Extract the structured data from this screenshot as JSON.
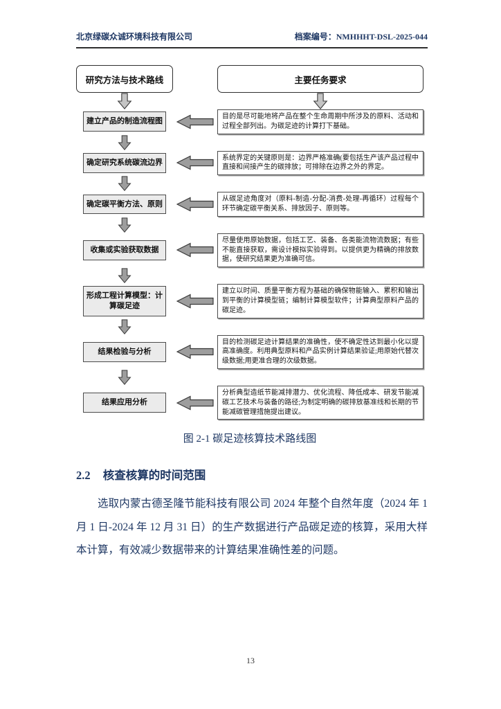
{
  "header": {
    "company": "北京绿碳众诚环境科技有限公司",
    "archive_label": "档案编号：",
    "archive_value": "NMHHHT-DSL-2025-044"
  },
  "flowchart": {
    "left_header": "研究方法与技术路线",
    "right_header": "主要任务要求",
    "steps": [
      {
        "label": "建立产品的制造流程图",
        "task": "目的是尽可能地将产品在整个生命周期中所涉及的原料、活动和过程全部列出。为碳足迹的计算打下基础。"
      },
      {
        "label": "确定研究系统碳流边界",
        "task": "系统界定的关键原则是：边界严格准确(要包括生产该产品过程中直接和间接产生的碳排放；可排除在边界之外的界定。"
      },
      {
        "label": "确定碳平衡方法、原则",
        "task": "从碳足迹角度对（原料-制造-分配-消费-处理-再循环）过程每个环节确定碳平衡关系、排放因子、原则等。"
      },
      {
        "label": "收集或实验获取数据",
        "task": "尽量使用原始数据，包括工艺、装备、各类能流物流数据；有些不能直接获取，需设计模拟实验得到。以提供更为精确的排放数据，使研究结果更为准确可信。"
      },
      {
        "label": "形成工程计算模型：计算碳足迹",
        "task": "建立以时间、质量平衡方程为基础的确保物能输入、累积和输出到平衡的计算模型链；编制计算模型软件；计算典型原料产品的碳足迹。"
      },
      {
        "label": "结果检验与分析",
        "task": "目的检测碳足迹计算结果的准确性，使不确定性达到最小化以提高准确度。利用典型原料和产品实例计算结果验证;用原始代替次级数据;用更准合理的次级数据。"
      },
      {
        "label": "结果应用分析",
        "task": "分析典型造纸节能减排潜力、优化流程、降低成本、研发节能减碳工艺技术与装备的路径;为制定明确的碳排放基准线和长期的节能减碳管理措施提出建议。"
      }
    ],
    "caption": "图 2-1  碳足迹核算技术路线图"
  },
  "section": {
    "number": "2.2",
    "title": "核查核算的时间范围",
    "paragraph": "选取内蒙古德圣隆节能科技有限公司 2024 年整个自然年度（2024 年 1 月 1 日-2024 年 12 月 31 日）的生产数据进行产品碳足迹的核算，采用大样本计算，有效减少数据带来的计算结果准确性差的问题。"
  },
  "footer": {
    "page_number": "13"
  }
}
